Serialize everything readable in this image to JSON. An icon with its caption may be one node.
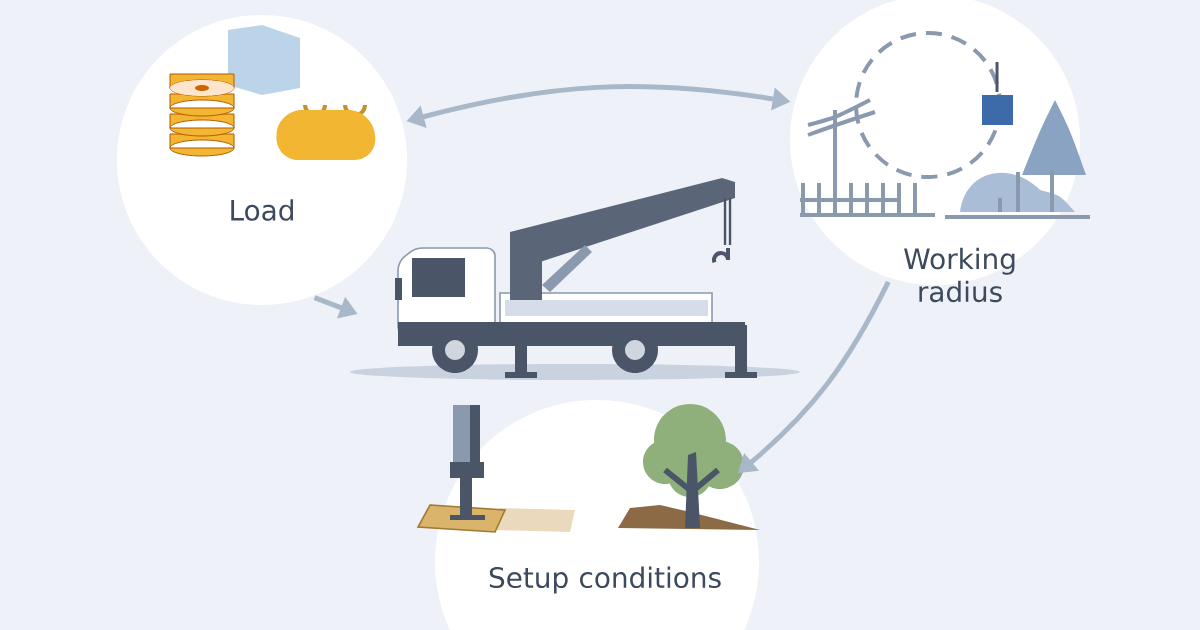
{
  "diagram": {
    "nodes": [
      {
        "text": [
          "Load"
        ]
      },
      {
        "text": [
          "Working radius"
        ]
      },
      {
        "text": [],
        "shape": "picture"
      },
      {
        "text": [
          "Setup conditions"
        ]
      }
    ],
    "edges": [
      {
        "from": 0,
        "to": 1,
        "arrow": "both"
      },
      {
        "from": 0,
        "to": 2,
        "arrow": "to"
      },
      {
        "from": 1,
        "to": 3,
        "arrow": "to"
      }
    ]
  }
}
